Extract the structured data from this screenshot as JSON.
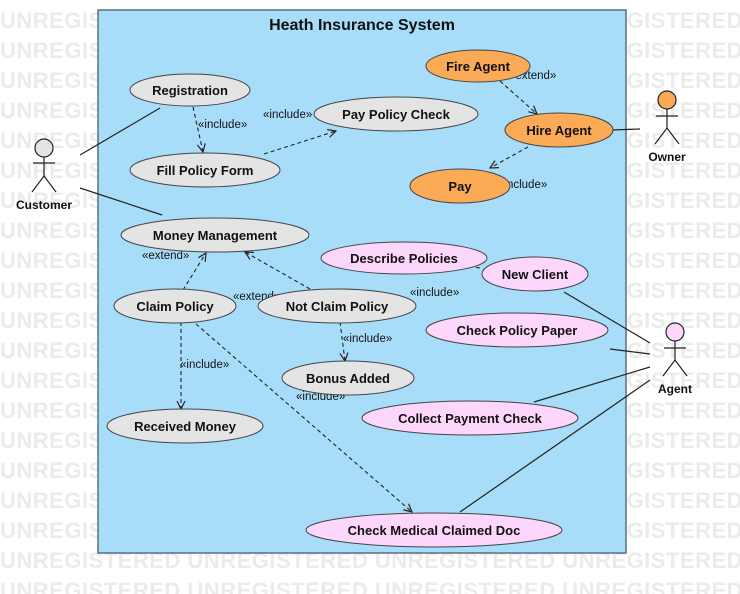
{
  "watermark": "UNREGISTERED",
  "system": {
    "title": "Heath Insurance System"
  },
  "actors": {
    "customer": "Customer",
    "owner": "Owner",
    "agent": "Agent"
  },
  "use_cases": {
    "registration": "Registration",
    "fill_policy_form": "Fill Policy Form",
    "pay_policy_check": "Pay Policy Check",
    "money_management": "Money Management",
    "claim_policy": "Claim Policy",
    "not_claim_policy": "Not Claim Policy",
    "bonus_added": "Bonus Added",
    "received_money": "Received Money",
    "fire_agent": "Fire Agent",
    "hire_agent": "Hire Agent",
    "pay": "Pay",
    "describe_policies": "Describe Policies",
    "new_client": "New Client",
    "check_policy_paper": "Check Policy Paper",
    "collect_payment_check": "Collect Payment Check",
    "check_medical_claimed_doc": "Check Medical Claimed Doc"
  },
  "stereotypes": {
    "include": "«include»",
    "extend": "«extend»"
  },
  "colors": {
    "system_fill": "#a8ddfa",
    "system_border": "#5a6e80",
    "gray_usecase": "#e4e4e4",
    "orange_usecase": "#fbaa55",
    "pink_usecase": "#fdd6fb",
    "customer_head": "#e4e4e4",
    "owner_head": "#fbaa55",
    "agent_head": "#fdd6fb"
  }
}
